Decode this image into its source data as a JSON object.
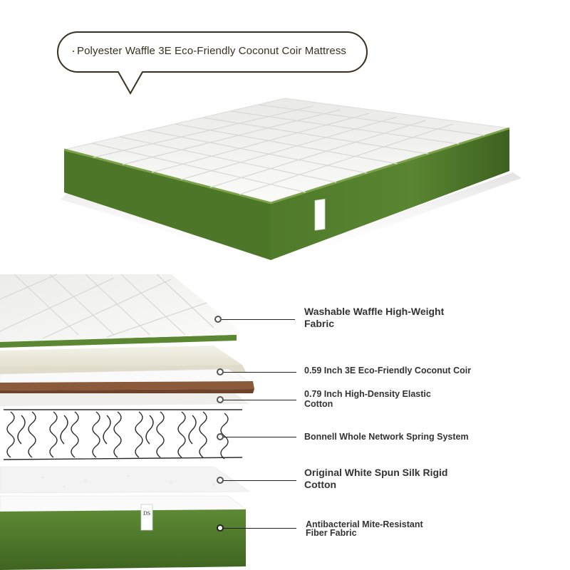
{
  "title": "Polyester Waffle 3E Eco-Friendly Coconut Coir Mattress",
  "colors": {
    "outline": "#3a3022",
    "green": "#4f7a2a",
    "green_dark": "#3c5f1e",
    "coir": "#8a5a3b",
    "white_top": "#f2f2f0"
  },
  "layers": [
    {
      "label": "Washable Waffle High-Weight Fabric",
      "line1": "Washable Waffle High-Weight",
      "line2": "Fabric"
    },
    {
      "label": "0.59 Inch 3E Eco-Friendly Coconut Coir",
      "line1": "0.59 Inch 3E Eco-Friendly Coconut Coir",
      "line2": ""
    },
    {
      "label": "0.79 Inch High-Density Elastic Cotton",
      "line1": "0.79 Inch High-Density Elastic",
      "line2": "Cotton"
    },
    {
      "label": "Bonnell Whole Network Spring System",
      "line1": "Bonnell Whole Network Spring System",
      "line2": ""
    },
    {
      "label": "Original White Spun Silk Rigid Cotton",
      "line1": "Original White Spun Silk Rigid",
      "line2": "Cotton"
    },
    {
      "label": "Antibacterial Mite-Resistant Fiber Fabric",
      "line1": "Antibacterial Mite-Resistant",
      "line2": "Fiber Fabric"
    }
  ]
}
